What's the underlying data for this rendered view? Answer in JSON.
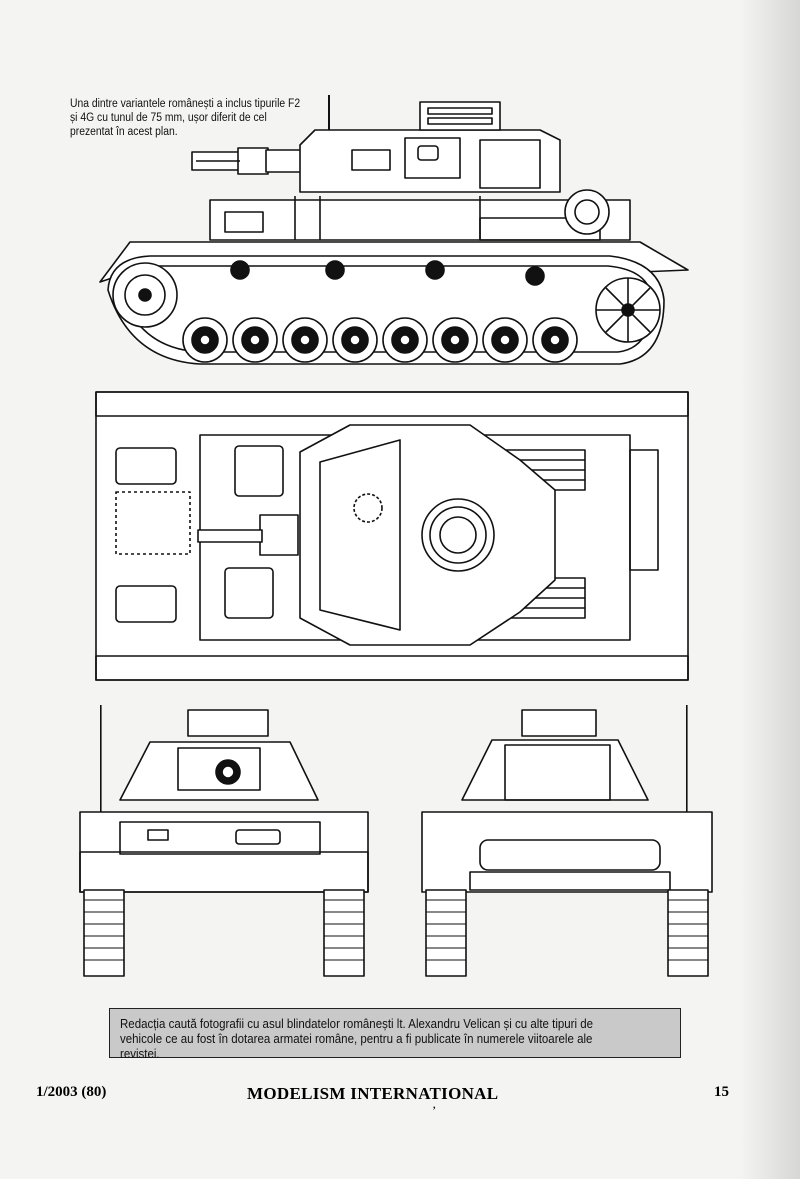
{
  "caption": {
    "text": "Una dintre variantele românești a inclus tipurile F2 și 4G cu tunul de 75 mm, ușor diferit de cel prezentat în acest plan."
  },
  "notice": {
    "text": "Redacția caută fotografii cu asul blindatelor românești lt. Alexandru Velican și cu alte tipuri de vehicole ce au fost în dotarea armatei române, pentru a fi publicate în numerele viitoarele ale revistei."
  },
  "footer": {
    "issue": "1/2003 (80)",
    "magazine": "MODELISM INTERNATIONAL",
    "page": "15"
  },
  "colors": {
    "paper": "#f4f4f2",
    "ink": "#111111",
    "notice_bg": "#c9c9c9"
  }
}
